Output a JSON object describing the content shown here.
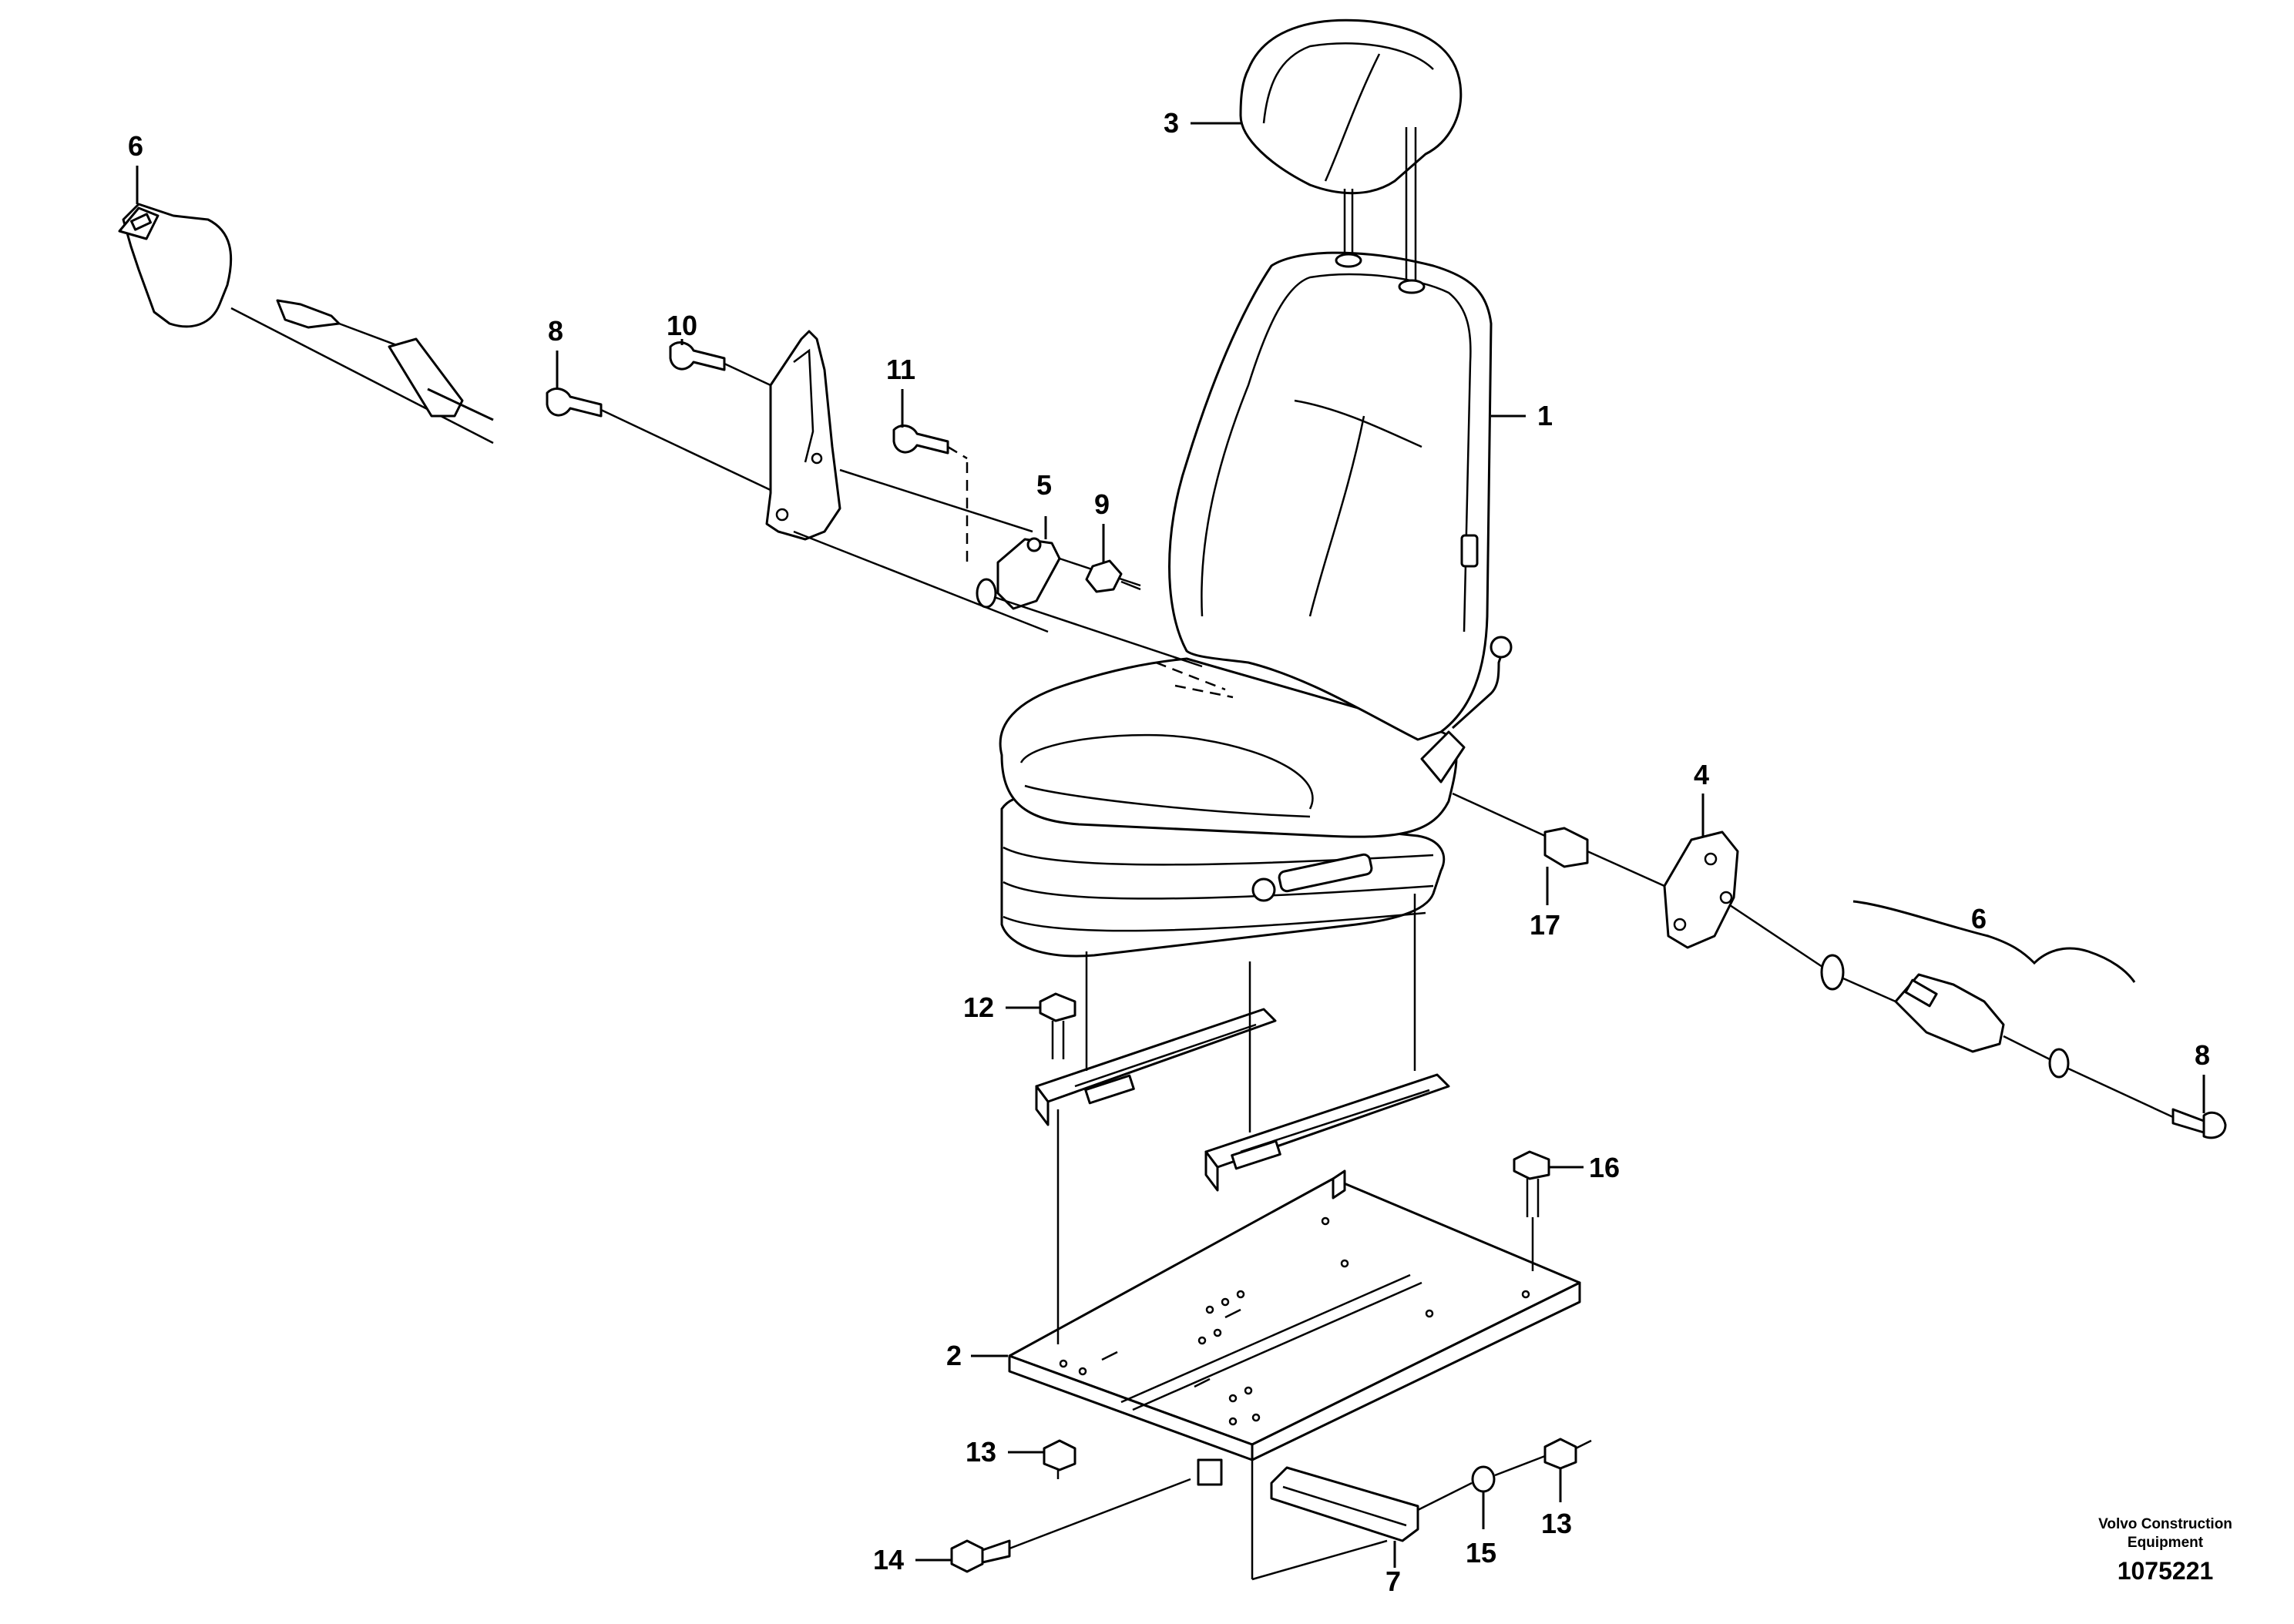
{
  "callouts": {
    "c1": "1",
    "c2": "2",
    "c3": "3",
    "c4": "4",
    "c5": "5",
    "c6a": "6",
    "c6b": "6",
    "c7": "7",
    "c8a": "8",
    "c8b": "8",
    "c9": "9",
    "c10": "10",
    "c11": "11",
    "c12": "12",
    "c13a": "13",
    "c13b": "13",
    "c14": "14",
    "c15": "15",
    "c16": "16",
    "c17": "17"
  },
  "caption": {
    "line1": "Volvo Construction",
    "line2": "Equipment",
    "doc_number": "1075221"
  }
}
